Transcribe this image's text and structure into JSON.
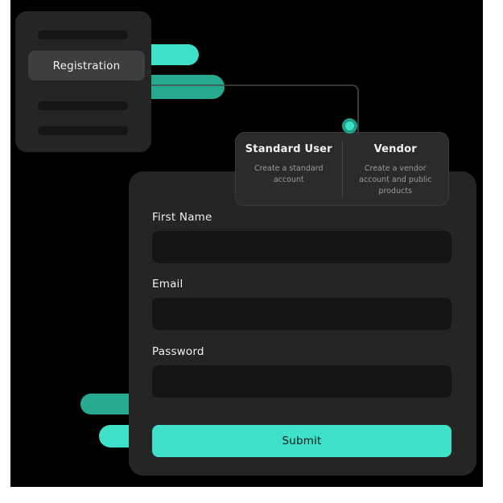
{
  "theme": {
    "canvas_background": "#ffffff",
    "artboard_background": "#000000",
    "panel_background": "#252525",
    "input_background": "#141414",
    "accent_teal": "#3ee0c8",
    "accent_teal_dark": "#26a98f",
    "text_primary": "#f2f2f2",
    "text_muted": "#9b9b9b"
  },
  "sidebar": {
    "active_item": {
      "label": "Registration",
      "name": "registration"
    },
    "skeleton_items": [
      {
        "name": "skeleton-row-1"
      },
      {
        "name": "skeleton-row-2"
      },
      {
        "name": "skeleton-row-3"
      }
    ]
  },
  "option_card": {
    "options": [
      {
        "title": "Standard User",
        "description": "Create a standard account"
      },
      {
        "title": "Vendor",
        "description": "Create a vendor account and  public products"
      }
    ]
  },
  "form": {
    "fields": [
      {
        "label": "First Name",
        "value": "",
        "placeholder": "",
        "type": "text"
      },
      {
        "label": "Email",
        "value": "",
        "placeholder": "",
        "type": "text"
      },
      {
        "label": "Password",
        "value": "",
        "placeholder": "",
        "type": "password"
      }
    ],
    "submit_label": "Submit"
  },
  "decorations": {
    "pills": [
      {
        "name": "pill-top-bright",
        "color": "#3ee0c8"
      },
      {
        "name": "pill-top-dark",
        "color": "#26a98f"
      },
      {
        "name": "pill-bottom-dark",
        "color": "#26a98f"
      },
      {
        "name": "pill-bottom-bright",
        "color": "#3ee0c8"
      }
    ],
    "connector": {
      "name": "connector-line",
      "color": "#4a4a4a"
    },
    "connector_dot": {
      "name": "connector-dot",
      "color": "#3ee0c8"
    }
  }
}
